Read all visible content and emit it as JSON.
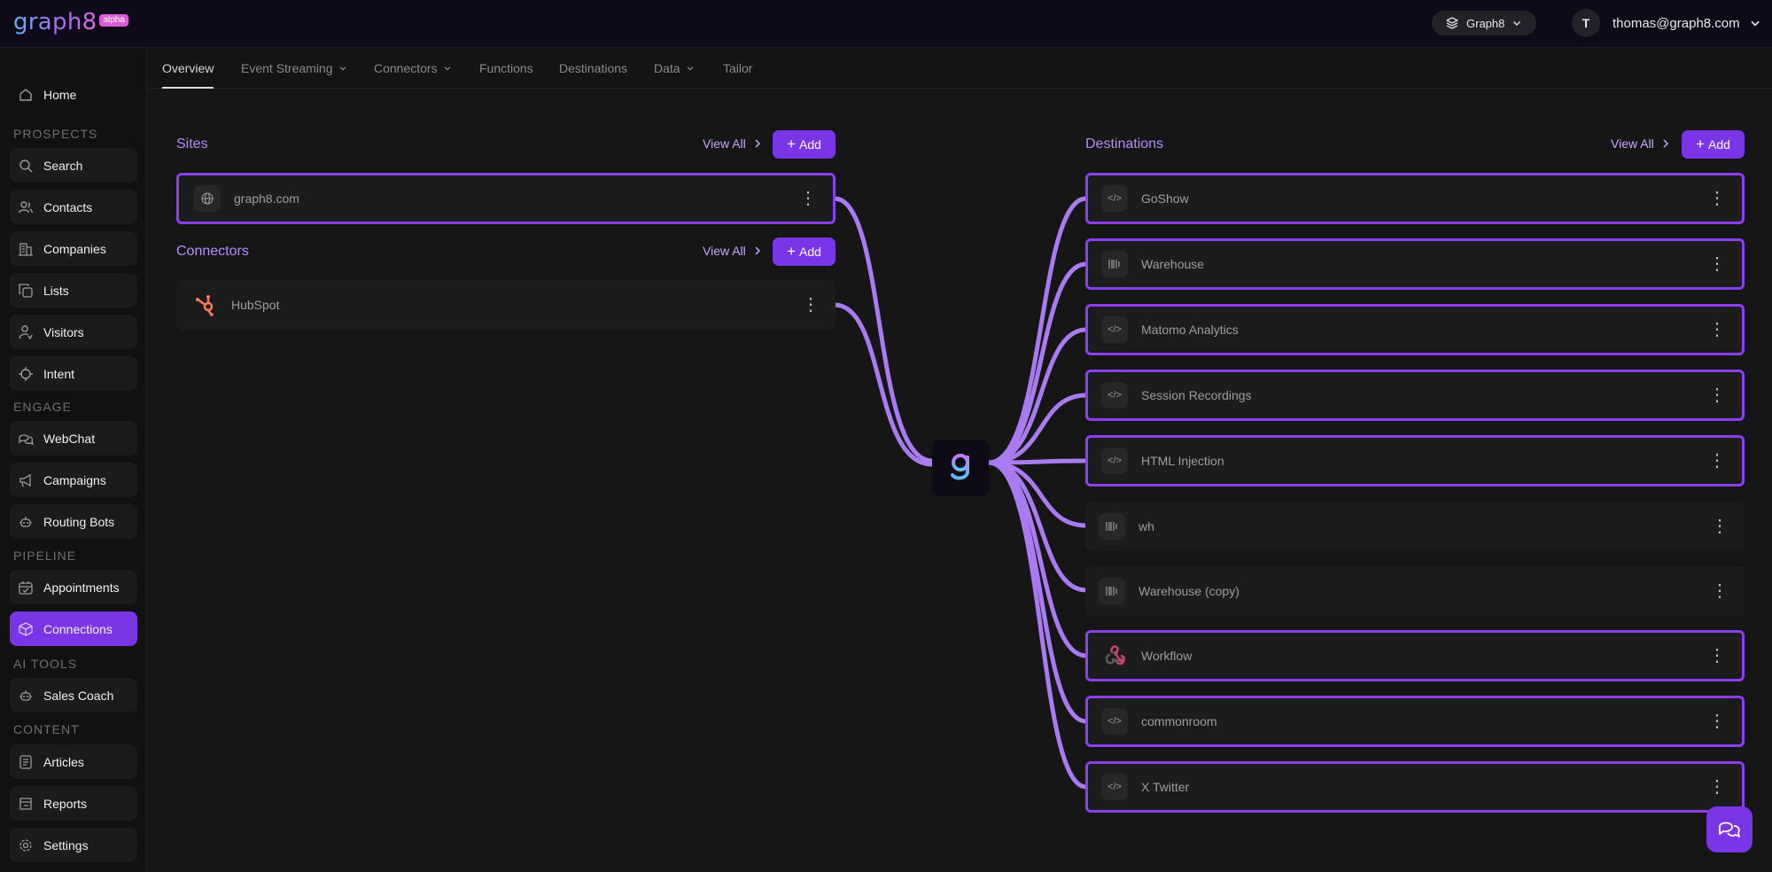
{
  "brand": {
    "logo_text": "graph8",
    "badge": "alpha"
  },
  "header": {
    "workspace": "Graph8",
    "user_initial": "T",
    "user_email": "thomas@graph8.com"
  },
  "sidebar": {
    "home": "Home",
    "sections": {
      "prospects": "PROSPECTS",
      "engage": "ENGAGE",
      "pipeline": "PIPELINE",
      "ai_tools": "AI TOOLS",
      "content": "CONTENT"
    },
    "prospects": [
      "Search",
      "Contacts",
      "Companies",
      "Lists",
      "Visitors",
      "Intent"
    ],
    "engage": [
      "WebChat",
      "Campaigns",
      "Routing Bots"
    ],
    "pipeline": [
      "Appointments",
      "Connections"
    ],
    "ai_tools": [
      "Sales Coach"
    ],
    "content": [
      "Articles",
      "Reports",
      "Settings"
    ]
  },
  "tabs": [
    "Overview",
    "Event Streaming",
    "Connectors",
    "Functions",
    "Destinations",
    "Data",
    "Tailor"
  ],
  "sites": {
    "title": "Sites",
    "view_all": "View All",
    "add": "Add",
    "items": [
      "graph8.com"
    ]
  },
  "connectors": {
    "title": "Connectors",
    "view_all": "View All",
    "add": "Add",
    "items": [
      "HubSpot"
    ]
  },
  "destinations": {
    "title": "Destinations",
    "view_all": "View All",
    "add": "Add",
    "items": [
      "GoShow",
      "Warehouse",
      "Matomo Analytics",
      "Session Recordings",
      "HTML Injection",
      "wh",
      "Warehouse (copy)",
      "Workflow",
      "commonroom",
      "X Twitter"
    ]
  },
  "colors": {
    "accent": "#7a35e6",
    "wire": "#a97af0",
    "title": "#b48cff"
  }
}
